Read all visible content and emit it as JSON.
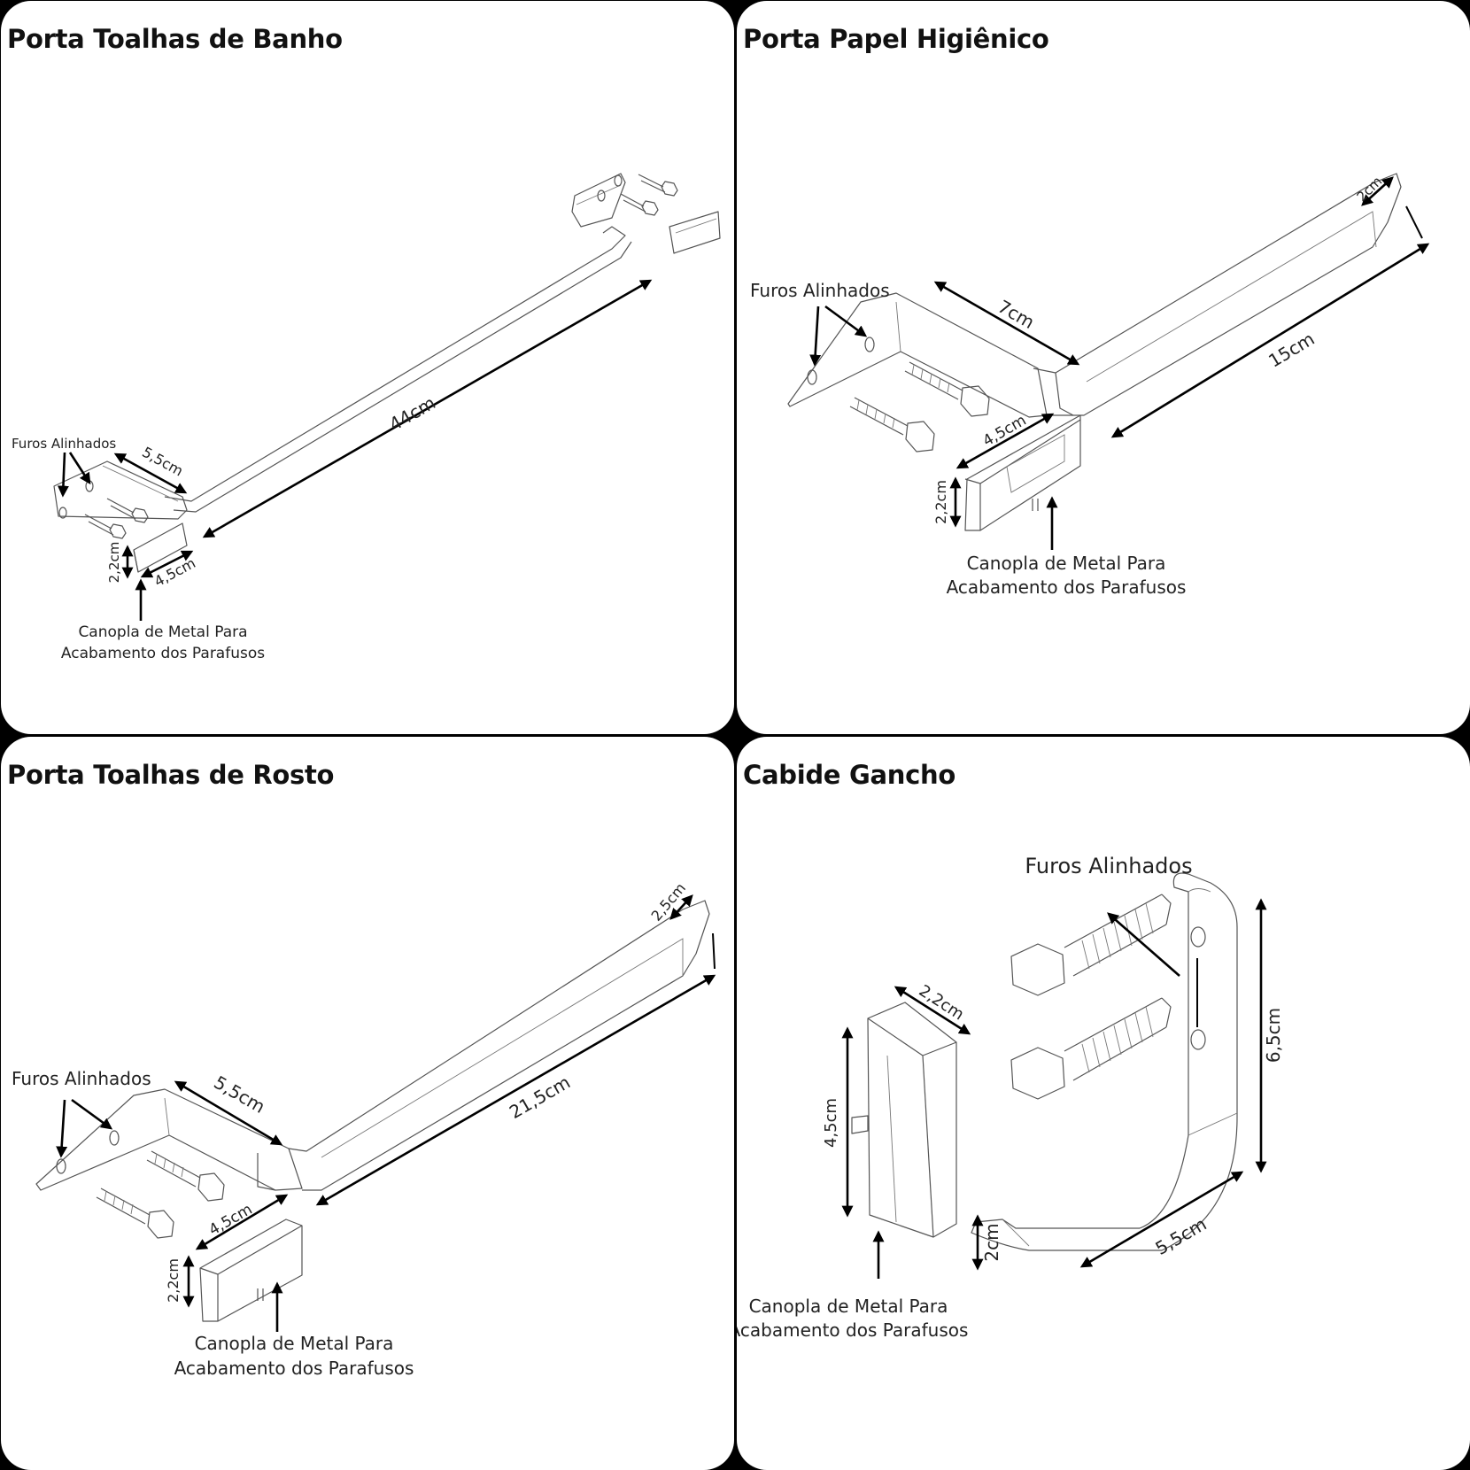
{
  "panels": [
    {
      "title": "Porta Toalhas de Banho",
      "labels": {
        "holes": "Furos Alinhados",
        "canopy_line1": "Canopla de Metal Para",
        "canopy_line2": "Acabamento dos Parafusos"
      },
      "dimensions": {
        "bar_length": "44cm",
        "bracket_depth": "5,5cm",
        "canopy_width": "4,5cm",
        "canopy_height": "2,2cm"
      }
    },
    {
      "title": "Porta Papel Higiênico",
      "labels": {
        "holes": "Furos Alinhados",
        "canopy_line1": "Canopla de Metal Para",
        "canopy_line2": "Acabamento dos Parafusos"
      },
      "dimensions": {
        "bracket_depth": "7cm",
        "arm_length": "15cm",
        "tip": "2cm",
        "canopy_width": "4,5cm",
        "canopy_height": "2,2cm"
      }
    },
    {
      "title": "Porta Toalhas de Rosto",
      "labels": {
        "holes": "Furos Alinhados",
        "canopy_line1": "Canopla de Metal Para",
        "canopy_line2": "Acabamento dos Parafusos"
      },
      "dimensions": {
        "bracket_depth": "5,5cm",
        "arm_length": "21,5cm",
        "tip": "2,5cm",
        "canopy_width": "4,5cm",
        "canopy_height": "2,2cm"
      }
    },
    {
      "title": "Cabide Gancho",
      "labels": {
        "holes": "Furos Alinhados",
        "canopy_line1": "Canopla de Metal Para",
        "canopy_line2": "Acabamento dos Parafusos"
      },
      "dimensions": {
        "canopy_depth": "2,2cm",
        "canopy_height": "4,5cm",
        "hook_height": "6,5cm",
        "hook_depth": "5,5cm",
        "hook_gap": "2cm"
      }
    }
  ]
}
